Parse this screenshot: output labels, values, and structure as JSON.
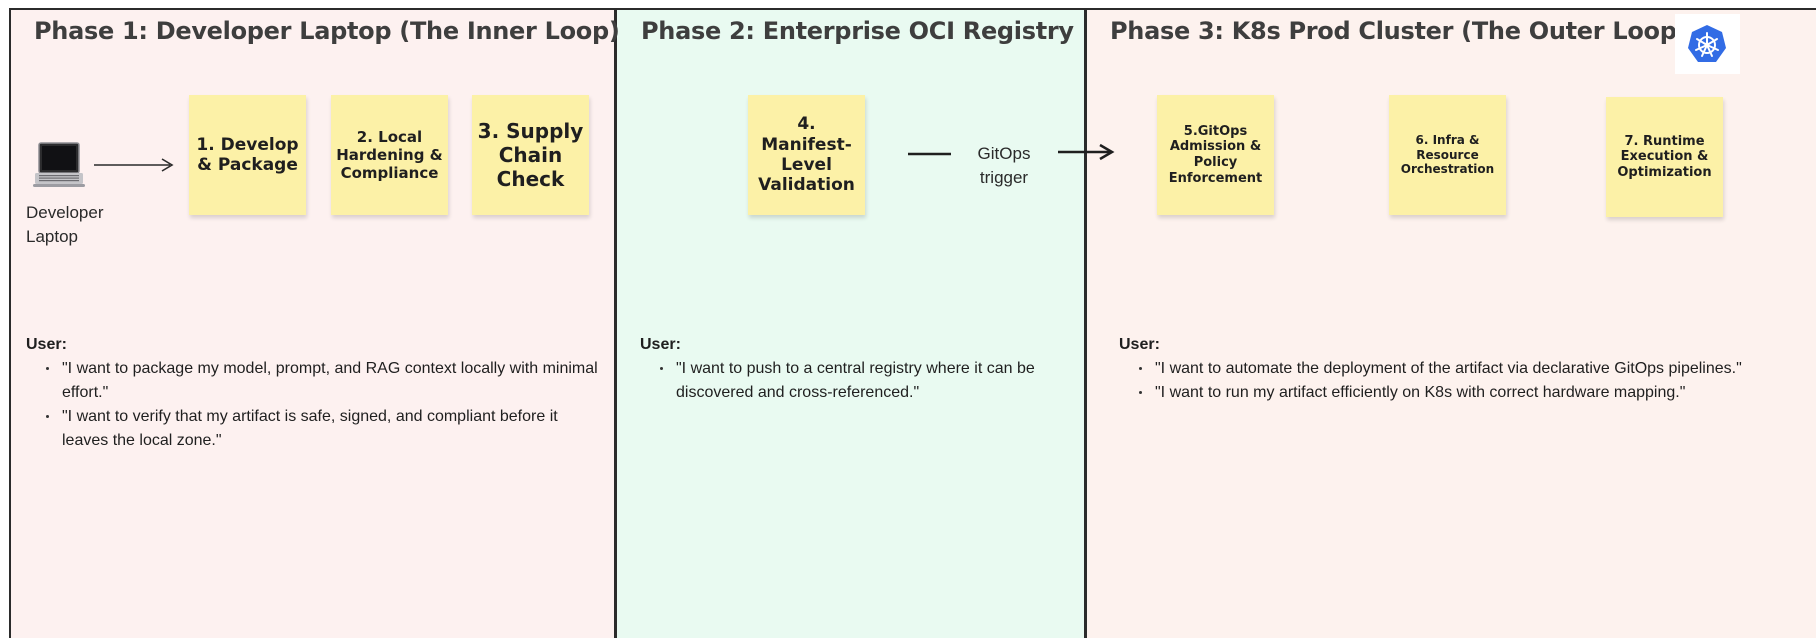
{
  "phases": [
    {
      "title": "Phase 1: Developer Laptop (The Inner Loop)",
      "notes": [
        "1. Develop & Package",
        "2. Local Hardening & Compliance",
        "3. Supply Chain Check"
      ],
      "user_heading": "User:",
      "user_stories": [
        "\"I want to package my model, prompt, and RAG context locally with minimal effort.\"",
        "\"I want to verify that my artifact is safe, signed, and compliant before it leaves the local zone.\""
      ]
    },
    {
      "title": "Phase 2: Enterprise OCI Registry",
      "notes": [
        "4. Manifest-Level Validation"
      ],
      "user_heading": "User:",
      "user_stories": [
        "\"I want to push to a central registry where it can be discovered and cross-referenced.\""
      ]
    },
    {
      "title": "Phase 3: K8s Prod Cluster (The Outer Loop)",
      "notes": [
        "5.GitOps Admission & Policy Enforcement",
        "6. Infra & Resource Orchestration",
        "7. Runtime Execution & Optimization"
      ],
      "user_heading": "User:",
      "user_stories": [
        "\"I want to automate the deployment of the artifact via declarative GitOps pipelines.\"",
        "\"I want to run my artifact efficiently on K8s with correct hardware mapping.\""
      ]
    }
  ],
  "laptop_label": "Developer Laptop",
  "gitops_label": "GitOps trigger",
  "icons": {
    "laptop": "laptop-icon",
    "kubernetes": "kubernetes-logo-icon",
    "arrow": "arrow-right-icon"
  },
  "colors": {
    "phase1_bg": "#fdf1f0",
    "phase2_bg": "#e9faf1",
    "phase3_bg": "#fdf2ee",
    "sticky_note": "#fcf1a7",
    "kubernetes_blue": "#326ce5"
  }
}
